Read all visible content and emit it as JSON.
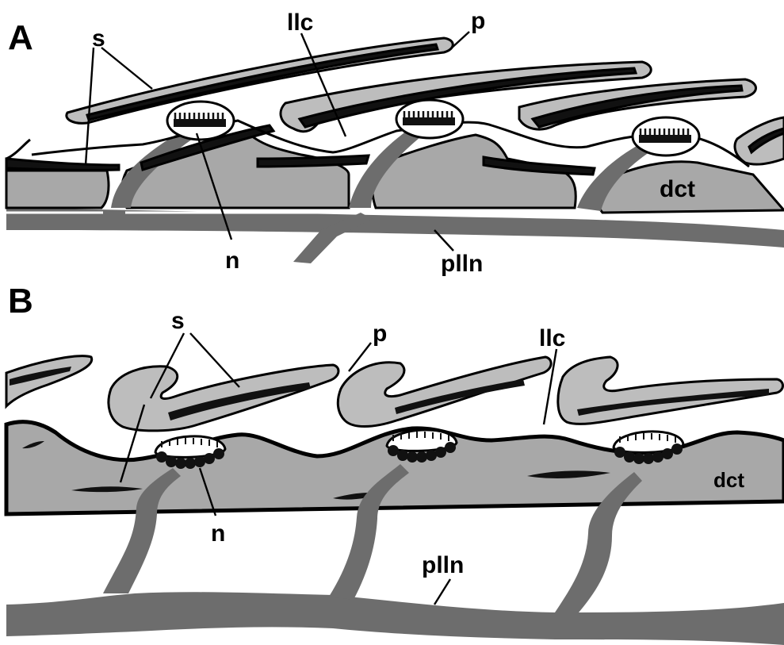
{
  "figure": {
    "panels": [
      {
        "id": "A",
        "label": "A",
        "terms": {
          "s": "s",
          "llc": "llc",
          "p": "p",
          "n": "n",
          "plln": "plln",
          "dct": "dct"
        }
      },
      {
        "id": "B",
        "label": "B",
        "terms": {
          "s": "s",
          "llc": "llc",
          "p": "p",
          "n": "n",
          "plln": "plln",
          "dct": "dct"
        }
      }
    ],
    "colors": {
      "outline": "#000000",
      "tissue_light": "#bdbdbd",
      "nerve": "#6d6d6d",
      "dermis_gray": "#a8a8a8",
      "background": "#ffffff"
    }
  }
}
